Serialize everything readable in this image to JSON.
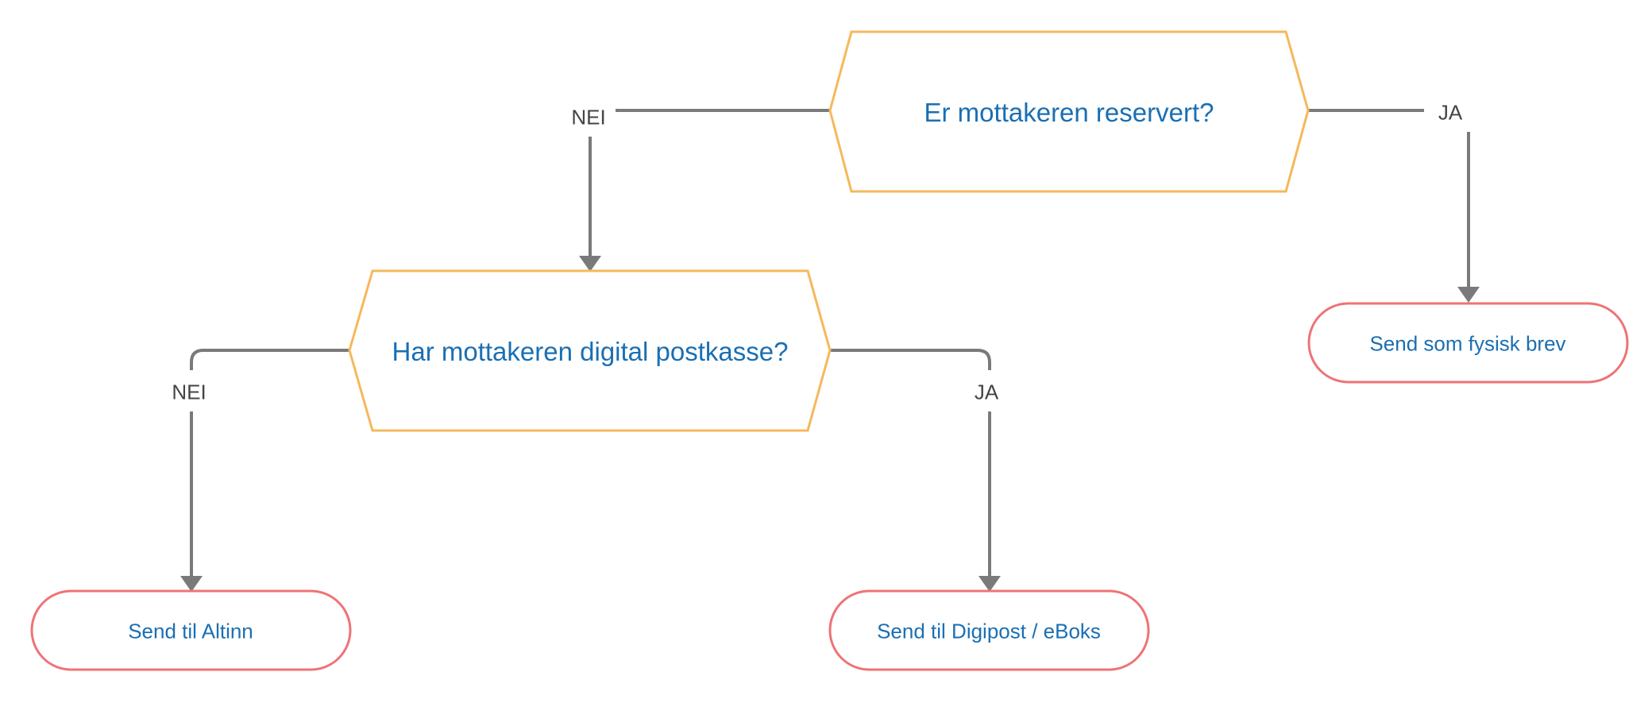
{
  "diagram": {
    "decisions": {
      "reserved": "Er mottakeren reservert?",
      "digital_mailbox": "Har mottakeren digital postkasse?"
    },
    "outcomes": {
      "physical_letter": "Send som fysisk brev",
      "altinn": "Send til Altinn",
      "digipost_eboks": "Send til Digipost / eBoks"
    },
    "edge_labels": {
      "reserved_no": "NEI",
      "reserved_yes": "JA",
      "mailbox_no": "NEI",
      "mailbox_yes": "JA"
    },
    "colors": {
      "decision_border": "#f6b85c",
      "terminal_border": "#ee7376",
      "connector": "#7a7a7a",
      "text": "#1a6fb3",
      "edge_text": "#444444"
    }
  }
}
